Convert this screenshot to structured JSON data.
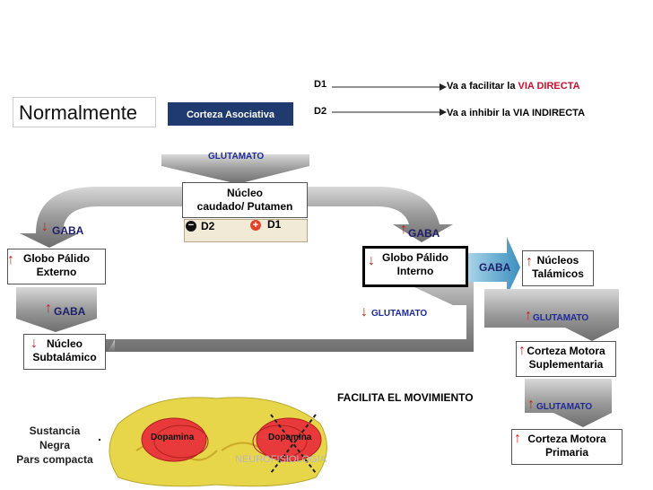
{
  "title": "Normalmente",
  "legend": {
    "d1_label": "D1",
    "d1_text_prefix": "Va a facilitar la ",
    "d1_text_highlight": "VIA DIRECTA",
    "d2_label": "D2",
    "d2_text": "Va a inhibir la VIA INDIRECTA",
    "highlight_color": "#c8102e"
  },
  "nodes": {
    "corteza_asociativa": "Corteza Asociativa",
    "glutamato_top": "GLUTAMATO",
    "caudado_line1": "Núcleo",
    "caudado_line2": "caudado/ Putamen",
    "d2_receptor": "D2",
    "d1_receptor": "D1",
    "gaba_left": "GABA",
    "gaba_right": "GABA",
    "globo_externo_line1": "Globo Pálido",
    "globo_externo_line2": "Externo",
    "globo_interno_line1": "Globo Pálido",
    "globo_interno_line2": "Interno",
    "gaba_interno_out": "GABA",
    "nucleos_talamicos_line1": "Núcleos",
    "nucleos_talamicos_line2": "Talámicos",
    "gaba_externo_down": "GABA",
    "glutamato_subtalamico": "GLUTAMATO",
    "glutamato_talamo": "GLUTAMATO",
    "subtalamico_line1": "Núcleo",
    "subtalamico_line2": "Subtalámico",
    "corteza_sup_line1": "Corteza Motora",
    "corteza_sup_line2": "Suplementaria",
    "facilita": "FACILITA EL MOVIMIENTO",
    "glutamato_motora": "GLUTAMATO",
    "corteza_primaria_line1": "Corteza Motora",
    "corteza_primaria_line2": "Primaria",
    "sustancia_line1": "Sustancia",
    "sustancia_line2": "Negra",
    "sustancia_line3": "Pars compacta",
    "dopamina_left": "Dopamina",
    "dopamina_right": "Dopamina",
    "watermark": "NEUROFISIOLOGIA"
  },
  "colors": {
    "corteza_bg": "#1f3a6e",
    "arrow_gray": "#8a8a8a",
    "arrow_blue": "#4aa0c8",
    "sn_yellow": "#e7d64a",
    "dopamina_red": "#e83a3a"
  }
}
